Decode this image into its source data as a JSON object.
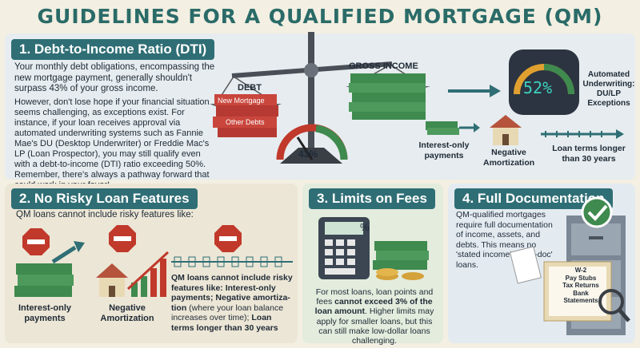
{
  "title": "GUIDELINES FOR A QUALIFIED MORTGAGE (QM)",
  "dti": {
    "heading": "1. Debt-to-Income Ratio (DTI)",
    "para1": "Your monthly debt obligations, encompassing the new mortgage payment, generally shouldn't surpass 43% of your gross income.",
    "para2": "However, don't lose hope if your financial situation seems challenging, as exceptions exist. For instance, if your loan receives approval via automated underwriting systems such as Fannie Mae's DU (Desktop Underwriter) or Freddie Mac's LP (Loan Prospector), you may still qualify even with a debt-to-income (DTI) ratio exceeding 50%. Remember, there's always a pathway forward that could work in your favor!",
    "debt_label": "DEBT",
    "gross_income_label": "GROSS INCOME",
    "new_mortgage_label": "New Mortgage",
    "other_debts_label": "Other Debts",
    "gauge_value": "43%",
    "dial_value": "52%",
    "automated_label": "Automated Underwriting: DU/LP Exceptions",
    "features": [
      "Interest-only payments",
      "Negative Amortization",
      "Loan terms longer than 30 years"
    ]
  },
  "risky": {
    "heading": "2. No Risky Loan Features",
    "intro": "QM loans cannot include risky features like:",
    "icon1_label": "Interest-only payments",
    "icon2_label": "Negative Amortization",
    "desc_bold1": "QM loans cannot include risky features like: Interest-only payments; Negative amortiza-tion",
    "desc_normal": " (where your loan balance increases over time); ",
    "desc_bold2": "Loan terms longer than 30 years"
  },
  "fees": {
    "heading": "3. Limits on Fees",
    "calc_symbol": "%",
    "text_normal1": "For most loans, loan points and fees ",
    "text_bold": "cannot exceed 3% of the loan amount",
    "text_normal2": ". Higher limits may apply for smaller loans, but this can still make low-dollar loans challenging."
  },
  "docs": {
    "heading": "4. Full Documentation",
    "text": "QM-qualified mortgages require full documentation of income, assets, and debts. This means no 'stated income' or 'no-doc' loans.",
    "folder_lines": [
      "W-2",
      "Pay Stubs",
      "Tax Returns",
      "Bank Statements"
    ]
  },
  "colors": {
    "accent": "#2f6e75",
    "title": "#2a6b68",
    "stop": "#c0392b",
    "money": "#3f8a4e"
  }
}
